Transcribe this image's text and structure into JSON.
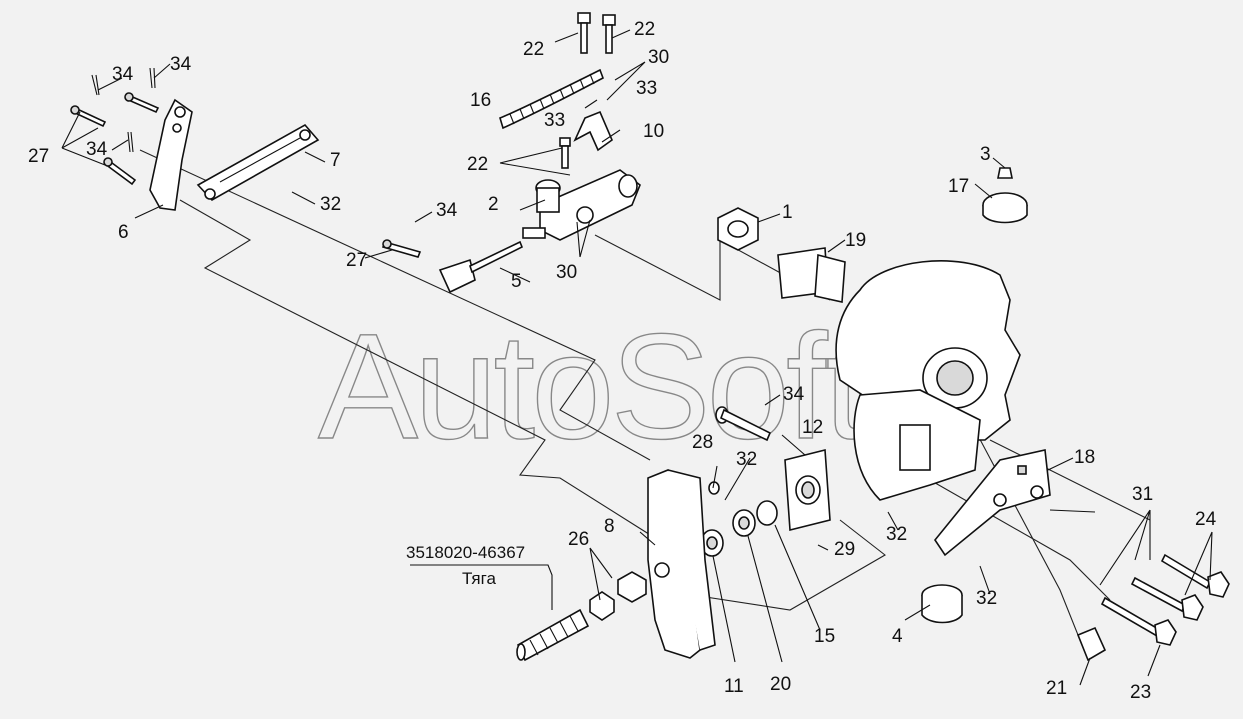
{
  "watermark": "AutoSoft",
  "reference": {
    "code": "3518020-46367",
    "name": "Тяга"
  },
  "callouts": [
    "1",
    "2",
    "3",
    "4",
    "5",
    "6",
    "7",
    "8",
    "10",
    "11",
    "12",
    "15",
    "16",
    "17",
    "18",
    "19",
    "20",
    "21",
    "22",
    "23",
    "24",
    "26",
    "27",
    "28",
    "29",
    "30",
    "31",
    "32",
    "33",
    "34"
  ],
  "colors": {
    "background": "#f2f2f2",
    "ink": "#111111"
  }
}
